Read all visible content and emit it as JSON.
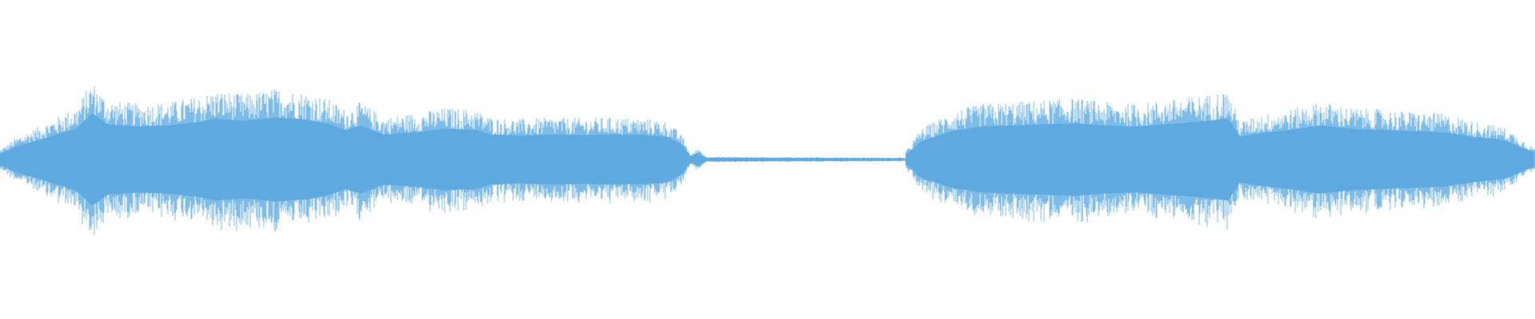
{
  "waveform": {
    "color": "#5eaae0",
    "background": "#ffffff",
    "segments": [
      {
        "name": "first-audio-region",
        "envelope": [
          [
            0.0,
            0.1
          ],
          [
            0.01,
            0.22
          ],
          [
            0.03,
            0.38
          ],
          [
            0.05,
            0.55
          ],
          [
            0.06,
            0.82
          ],
          [
            0.07,
            0.62
          ],
          [
            0.09,
            0.58
          ],
          [
            0.11,
            0.6
          ],
          [
            0.13,
            0.66
          ],
          [
            0.14,
            0.72
          ],
          [
            0.16,
            0.68
          ],
          [
            0.18,
            0.74
          ],
          [
            0.2,
            0.7
          ],
          [
            0.215,
            0.62
          ],
          [
            0.225,
            0.52
          ],
          [
            0.235,
            0.6
          ],
          [
            0.25,
            0.44
          ],
          [
            0.27,
            0.48
          ],
          [
            0.29,
            0.54
          ],
          [
            0.31,
            0.52
          ],
          [
            0.32,
            0.44
          ],
          [
            0.34,
            0.42
          ],
          [
            0.36,
            0.44
          ],
          [
            0.38,
            0.43
          ],
          [
            0.4,
            0.44
          ],
          [
            0.42,
            0.43
          ],
          [
            0.435,
            0.4
          ],
          [
            0.445,
            0.24
          ],
          [
            0.45,
            0.05
          ]
        ]
      },
      {
        "name": "silence-region",
        "envelope": [
          [
            0.45,
            0.05
          ],
          [
            0.455,
            0.12
          ],
          [
            0.46,
            0.03
          ],
          [
            0.59,
            0.02
          ]
        ]
      },
      {
        "name": "second-audio-region",
        "envelope": [
          [
            0.59,
            0.08
          ],
          [
            0.6,
            0.32
          ],
          [
            0.62,
            0.5
          ],
          [
            0.64,
            0.58
          ],
          [
            0.66,
            0.6
          ],
          [
            0.68,
            0.62
          ],
          [
            0.7,
            0.64
          ],
          [
            0.72,
            0.6
          ],
          [
            0.74,
            0.58
          ],
          [
            0.76,
            0.62
          ],
          [
            0.78,
            0.66
          ],
          [
            0.8,
            0.72
          ],
          [
            0.808,
            0.4
          ],
          [
            0.82,
            0.46
          ],
          [
            0.84,
            0.52
          ],
          [
            0.86,
            0.6
          ],
          [
            0.88,
            0.54
          ],
          [
            0.9,
            0.52
          ],
          [
            0.92,
            0.5
          ],
          [
            0.94,
            0.48
          ],
          [
            0.96,
            0.4
          ],
          [
            0.98,
            0.34
          ],
          [
            1.0,
            0.12
          ]
        ]
      }
    ]
  }
}
